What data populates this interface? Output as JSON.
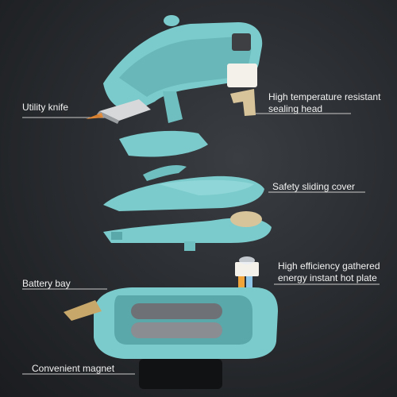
{
  "colors": {
    "background": "#2a2d31",
    "body": "#7ccbcc",
    "body_shadow": "#5aa8aa",
    "leader_line": "#c9c9c9",
    "text": "#f2f2f2"
  },
  "labels": {
    "utility_knife": "Utility knife",
    "sealing_head": "High temperature resistant\nsealing head",
    "safety_cover": "Safety sliding cover",
    "hot_plate": "High efficiency gathered\nenergy instant hot plate",
    "battery_bay": "Battery bay",
    "magnet": "Convenient magnet"
  }
}
